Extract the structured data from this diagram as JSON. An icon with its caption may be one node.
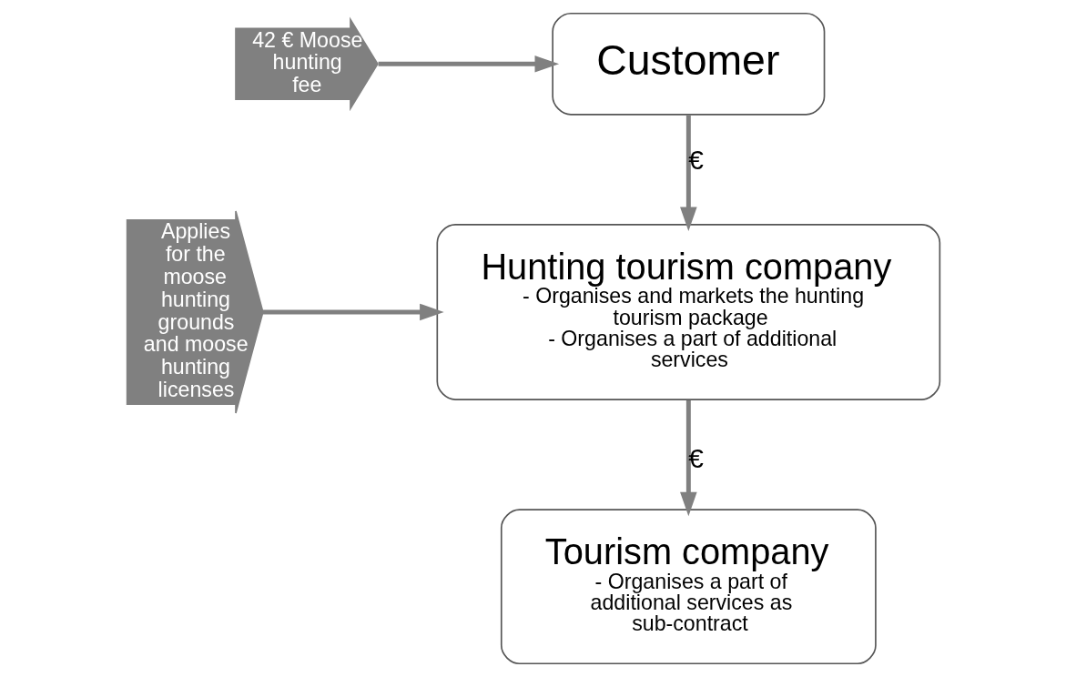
{
  "diagram": {
    "nodes": [
      {
        "text": [
          "Customer"
        ]
      },
      {
        "text": [
          "Hunting tourism company",
          "- Organises and markets the hunting tourism package",
          "- Organises a part of additional services"
        ]
      },
      {
        "text": [
          "Tourism company",
          "- Organises a part of additional services as sub-contract"
        ]
      },
      {
        "text": [
          "42 € Moose hunting fee"
        ]
      },
      {
        "text": [
          "Applies for the moose hunting grounds and moose hunting licenses"
        ]
      }
    ],
    "edges": [
      {
        "from": 0,
        "to": 1,
        "arrow": "to",
        "label": "€"
      },
      {
        "from": 1,
        "to": 2,
        "arrow": "to",
        "label": "€"
      },
      {
        "from": 3,
        "to": 0,
        "arrow": "to"
      },
      {
        "from": 4,
        "to": 1,
        "arrow": "to"
      }
    ]
  }
}
